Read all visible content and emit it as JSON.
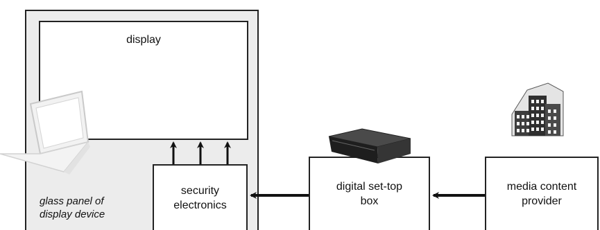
{
  "display": {
    "label": "display"
  },
  "security": {
    "line1": "security",
    "line2": "electronics"
  },
  "settop": {
    "line1": "digital set-top",
    "line2": "box"
  },
  "media": {
    "line1": "media content",
    "line2": "provider"
  },
  "glass": {
    "line1": "glass panel of",
    "line2": "display device"
  },
  "colors": {
    "panel": "#ececec",
    "stroke": "#222222"
  },
  "icons": [
    "laptop-icon",
    "set-top-box-icon",
    "building-icon"
  ]
}
